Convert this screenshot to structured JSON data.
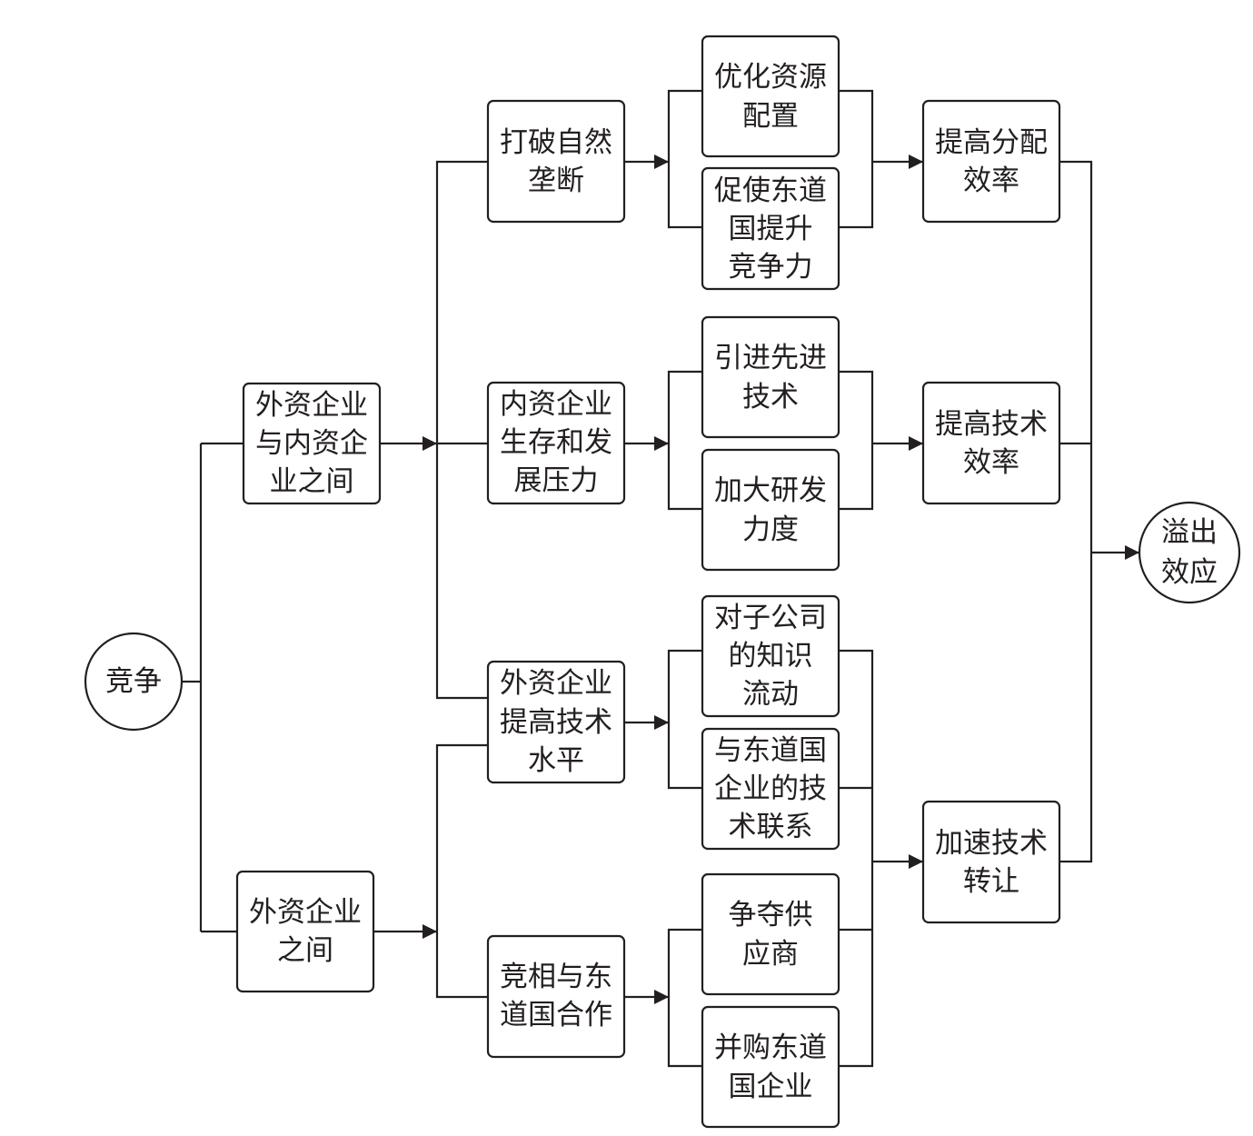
{
  "diagram": {
    "nodes": {
      "competition": {
        "lines": [
          "竞争"
        ]
      },
      "foreign_domestic": {
        "lines": [
          "外资企业",
          "与内资企",
          "业之间"
        ]
      },
      "between_foreign": {
        "lines": [
          "外资企业",
          "之间"
        ]
      },
      "break_monopoly": {
        "lines": [
          "打破自然",
          "垄断"
        ]
      },
      "domestic_pressure": {
        "lines": [
          "内资企业",
          "生存和发",
          "展压力"
        ]
      },
      "foreign_tech_level": {
        "lines": [
          "外资企业",
          "提高技术",
          "水平"
        ]
      },
      "cooperate_host": {
        "lines": [
          "竞相与东",
          "道国合作"
        ]
      },
      "optimize_resources": {
        "lines": [
          "优化资源",
          "配置"
        ]
      },
      "host_competitiveness": {
        "lines": [
          "促使东道",
          "国提升",
          "竞争力"
        ]
      },
      "introduce_tech": {
        "lines": [
          "引进先进",
          "技术"
        ]
      },
      "rnd_effort": {
        "lines": [
          "加大研发",
          "力度"
        ]
      },
      "subsidiary_knowledge": {
        "lines": [
          "对子公司",
          "的知识",
          "流动"
        ]
      },
      "host_tech_links": {
        "lines": [
          "与东道国",
          "企业的技",
          "术联系"
        ]
      },
      "compete_suppliers": {
        "lines": [
          "争夺供",
          "应商"
        ]
      },
      "acquire_host": {
        "lines": [
          "并购东道",
          "国企业"
        ]
      },
      "allocation_efficiency": {
        "lines": [
          "提高分配",
          "效率"
        ]
      },
      "technical_efficiency": {
        "lines": [
          "提高技术",
          "效率"
        ]
      },
      "tech_transfer": {
        "lines": [
          "加速技术",
          "转让"
        ]
      },
      "spillover": {
        "lines": [
          "溢出",
          "效应"
        ]
      }
    },
    "colors": {
      "stroke": "#231f20",
      "fill": "#ffffff",
      "text": "#231f20"
    }
  }
}
